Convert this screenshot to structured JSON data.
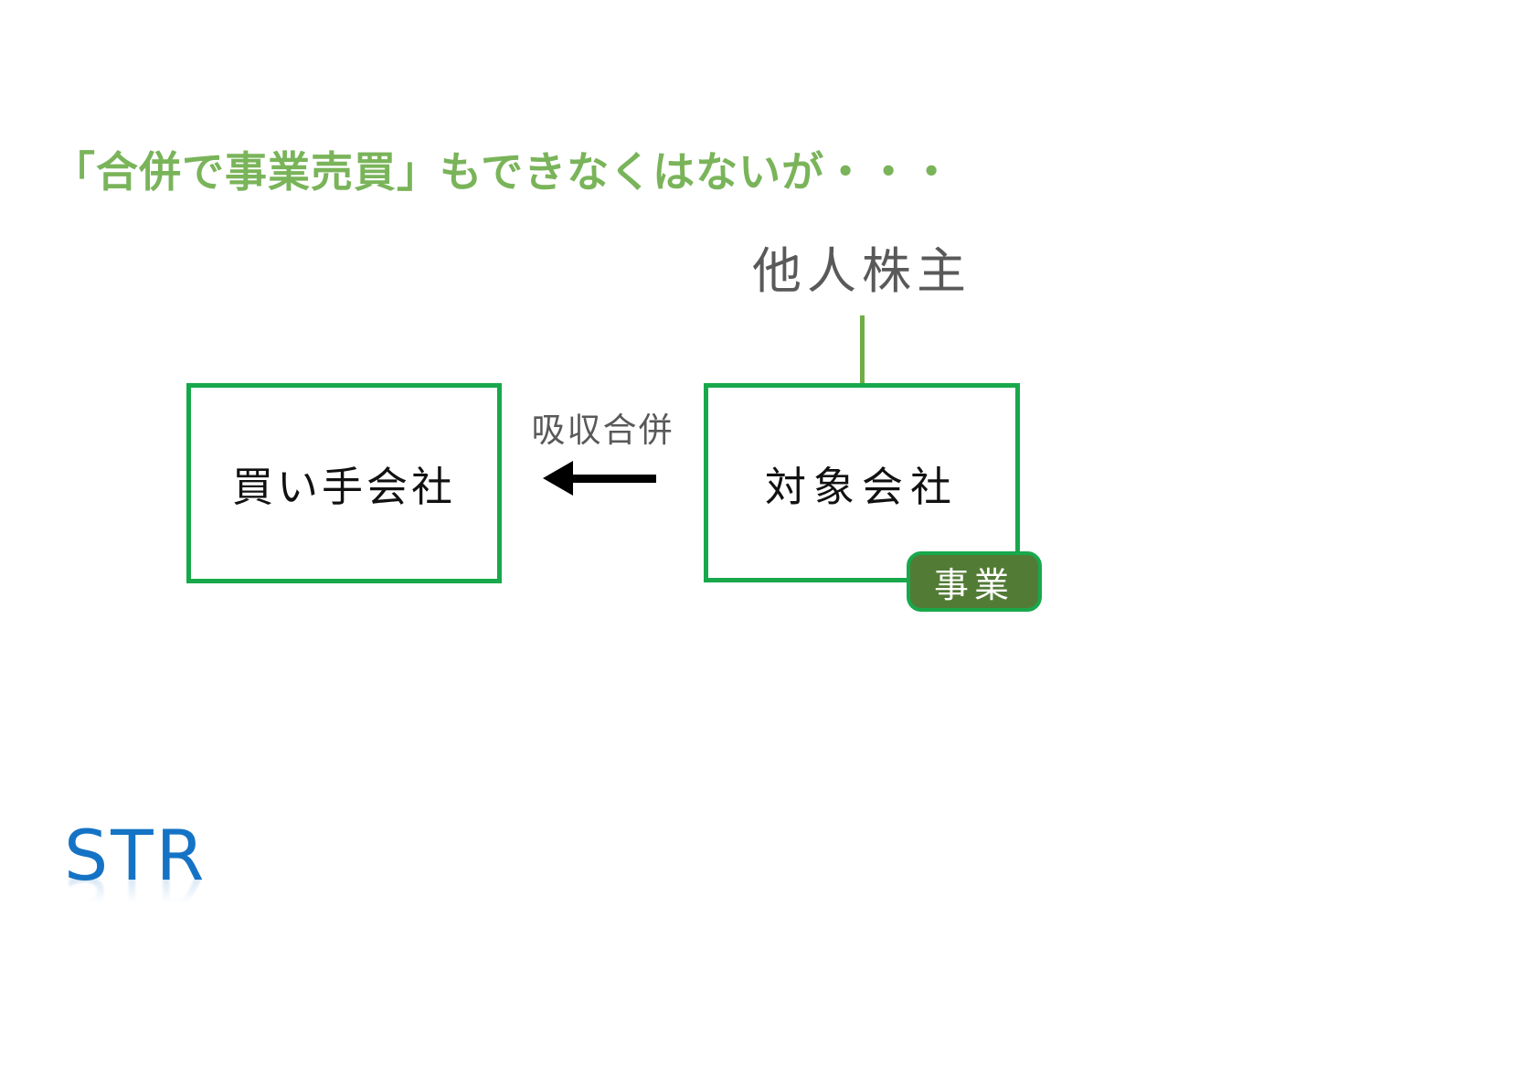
{
  "slide": {
    "title": "「合併で事業売買」もできなくはないが・・・"
  },
  "diagram": {
    "shareholder_label": "他人株主",
    "merger_arrow_label": "吸収合併",
    "buyer_box": {
      "label": "買い手会社"
    },
    "target_box": {
      "label": "対象会社"
    },
    "business_badge": {
      "label": "事業"
    }
  },
  "footer": {
    "logo": "STR"
  },
  "colors": {
    "title_green": "#7AB45A",
    "box_border_green": "#18A84B",
    "connector_green": "#70AD47",
    "badge_fill_green": "#527B35",
    "label_gray": "#595959",
    "arrow_black": "#000000",
    "logo_blue": "#1573C5"
  }
}
